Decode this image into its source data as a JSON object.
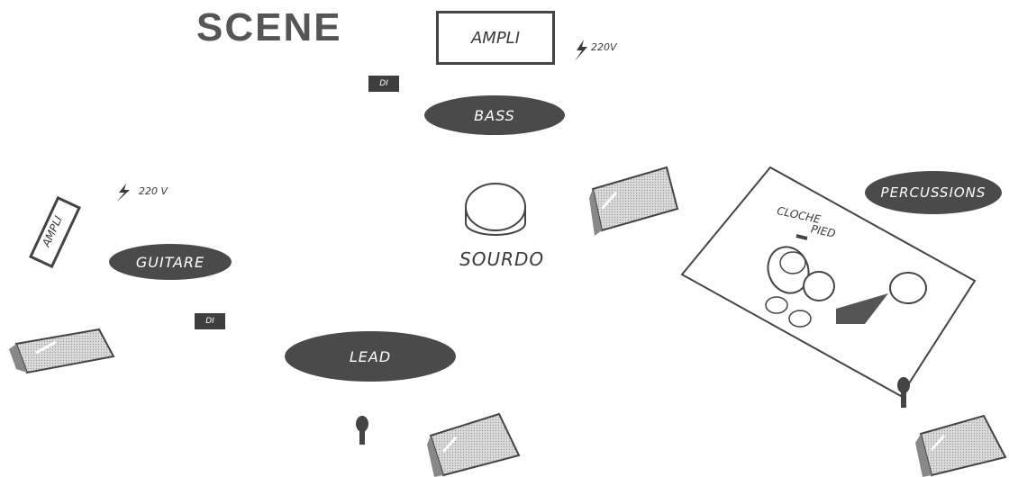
{
  "diagram": {
    "title": "SCENE",
    "amps": [
      {
        "id": "bass",
        "label": "AMPLI",
        "power": "220V"
      },
      {
        "id": "guitar",
        "label": "AMPLI",
        "power": "220 V"
      }
    ],
    "di_boxes": [
      {
        "id": "bass",
        "label": "DI"
      },
      {
        "id": "guitar",
        "label": "DI"
      }
    ],
    "positions": {
      "bass": "BASS",
      "guitar": "GUITARE",
      "lead": "LEAD",
      "percussions": "PERCUSSIONS"
    },
    "instruments": {
      "sourdo": "SOURDO",
      "cloche_line1": "CLOCHE",
      "cloche_line2": "PIED"
    },
    "colors": {
      "ink": "#3a3a3a",
      "oval_fill": "#4a4a4a",
      "monitor_fill": "#e6e6e6"
    },
    "icons": [
      "lightning-icon",
      "wedge-monitor-icon",
      "microphone-icon",
      "drum-icon"
    ]
  }
}
